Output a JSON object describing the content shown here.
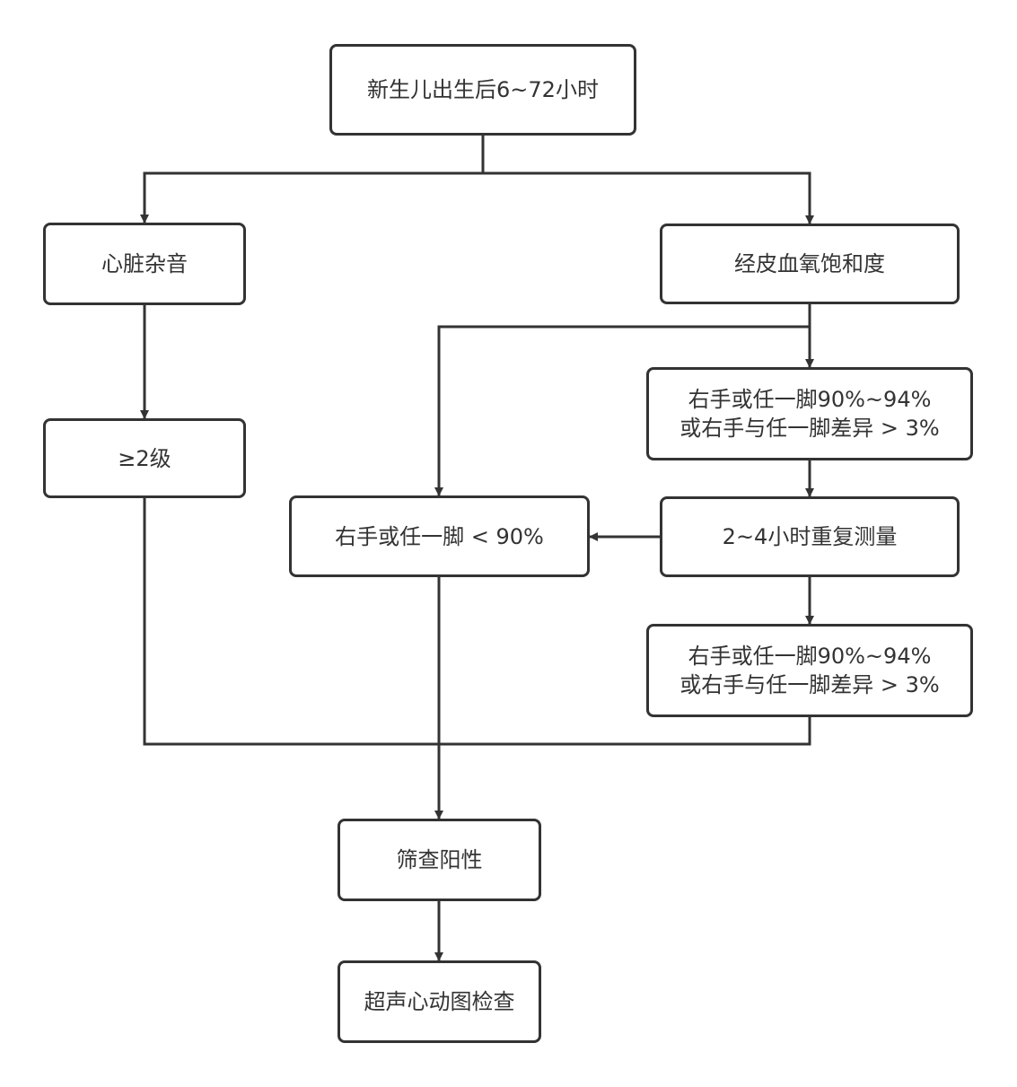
{
  "nodes": {
    "start": "新生儿出生后6~72小时",
    "murmur": "心脏杂音",
    "spo2": "经皮血氧饱和度",
    "grade": "≥2级",
    "borderline1": {
      "line1": "右手或任一脚90%~94%",
      "line2": "或右手与任一脚差异 > 3%"
    },
    "low": "右手或任一脚 < 90%",
    "repeat": "2~4小时重复测量",
    "borderline2": {
      "line1": "右手或任一脚90%~94%",
      "line2": "或右手与任一脚差异 > 3%"
    },
    "positive": "筛查阳性",
    "echo": "超声心动图检查"
  },
  "colors": {
    "stroke": "#333333",
    "text": "#333333",
    "background": "#ffffff"
  }
}
